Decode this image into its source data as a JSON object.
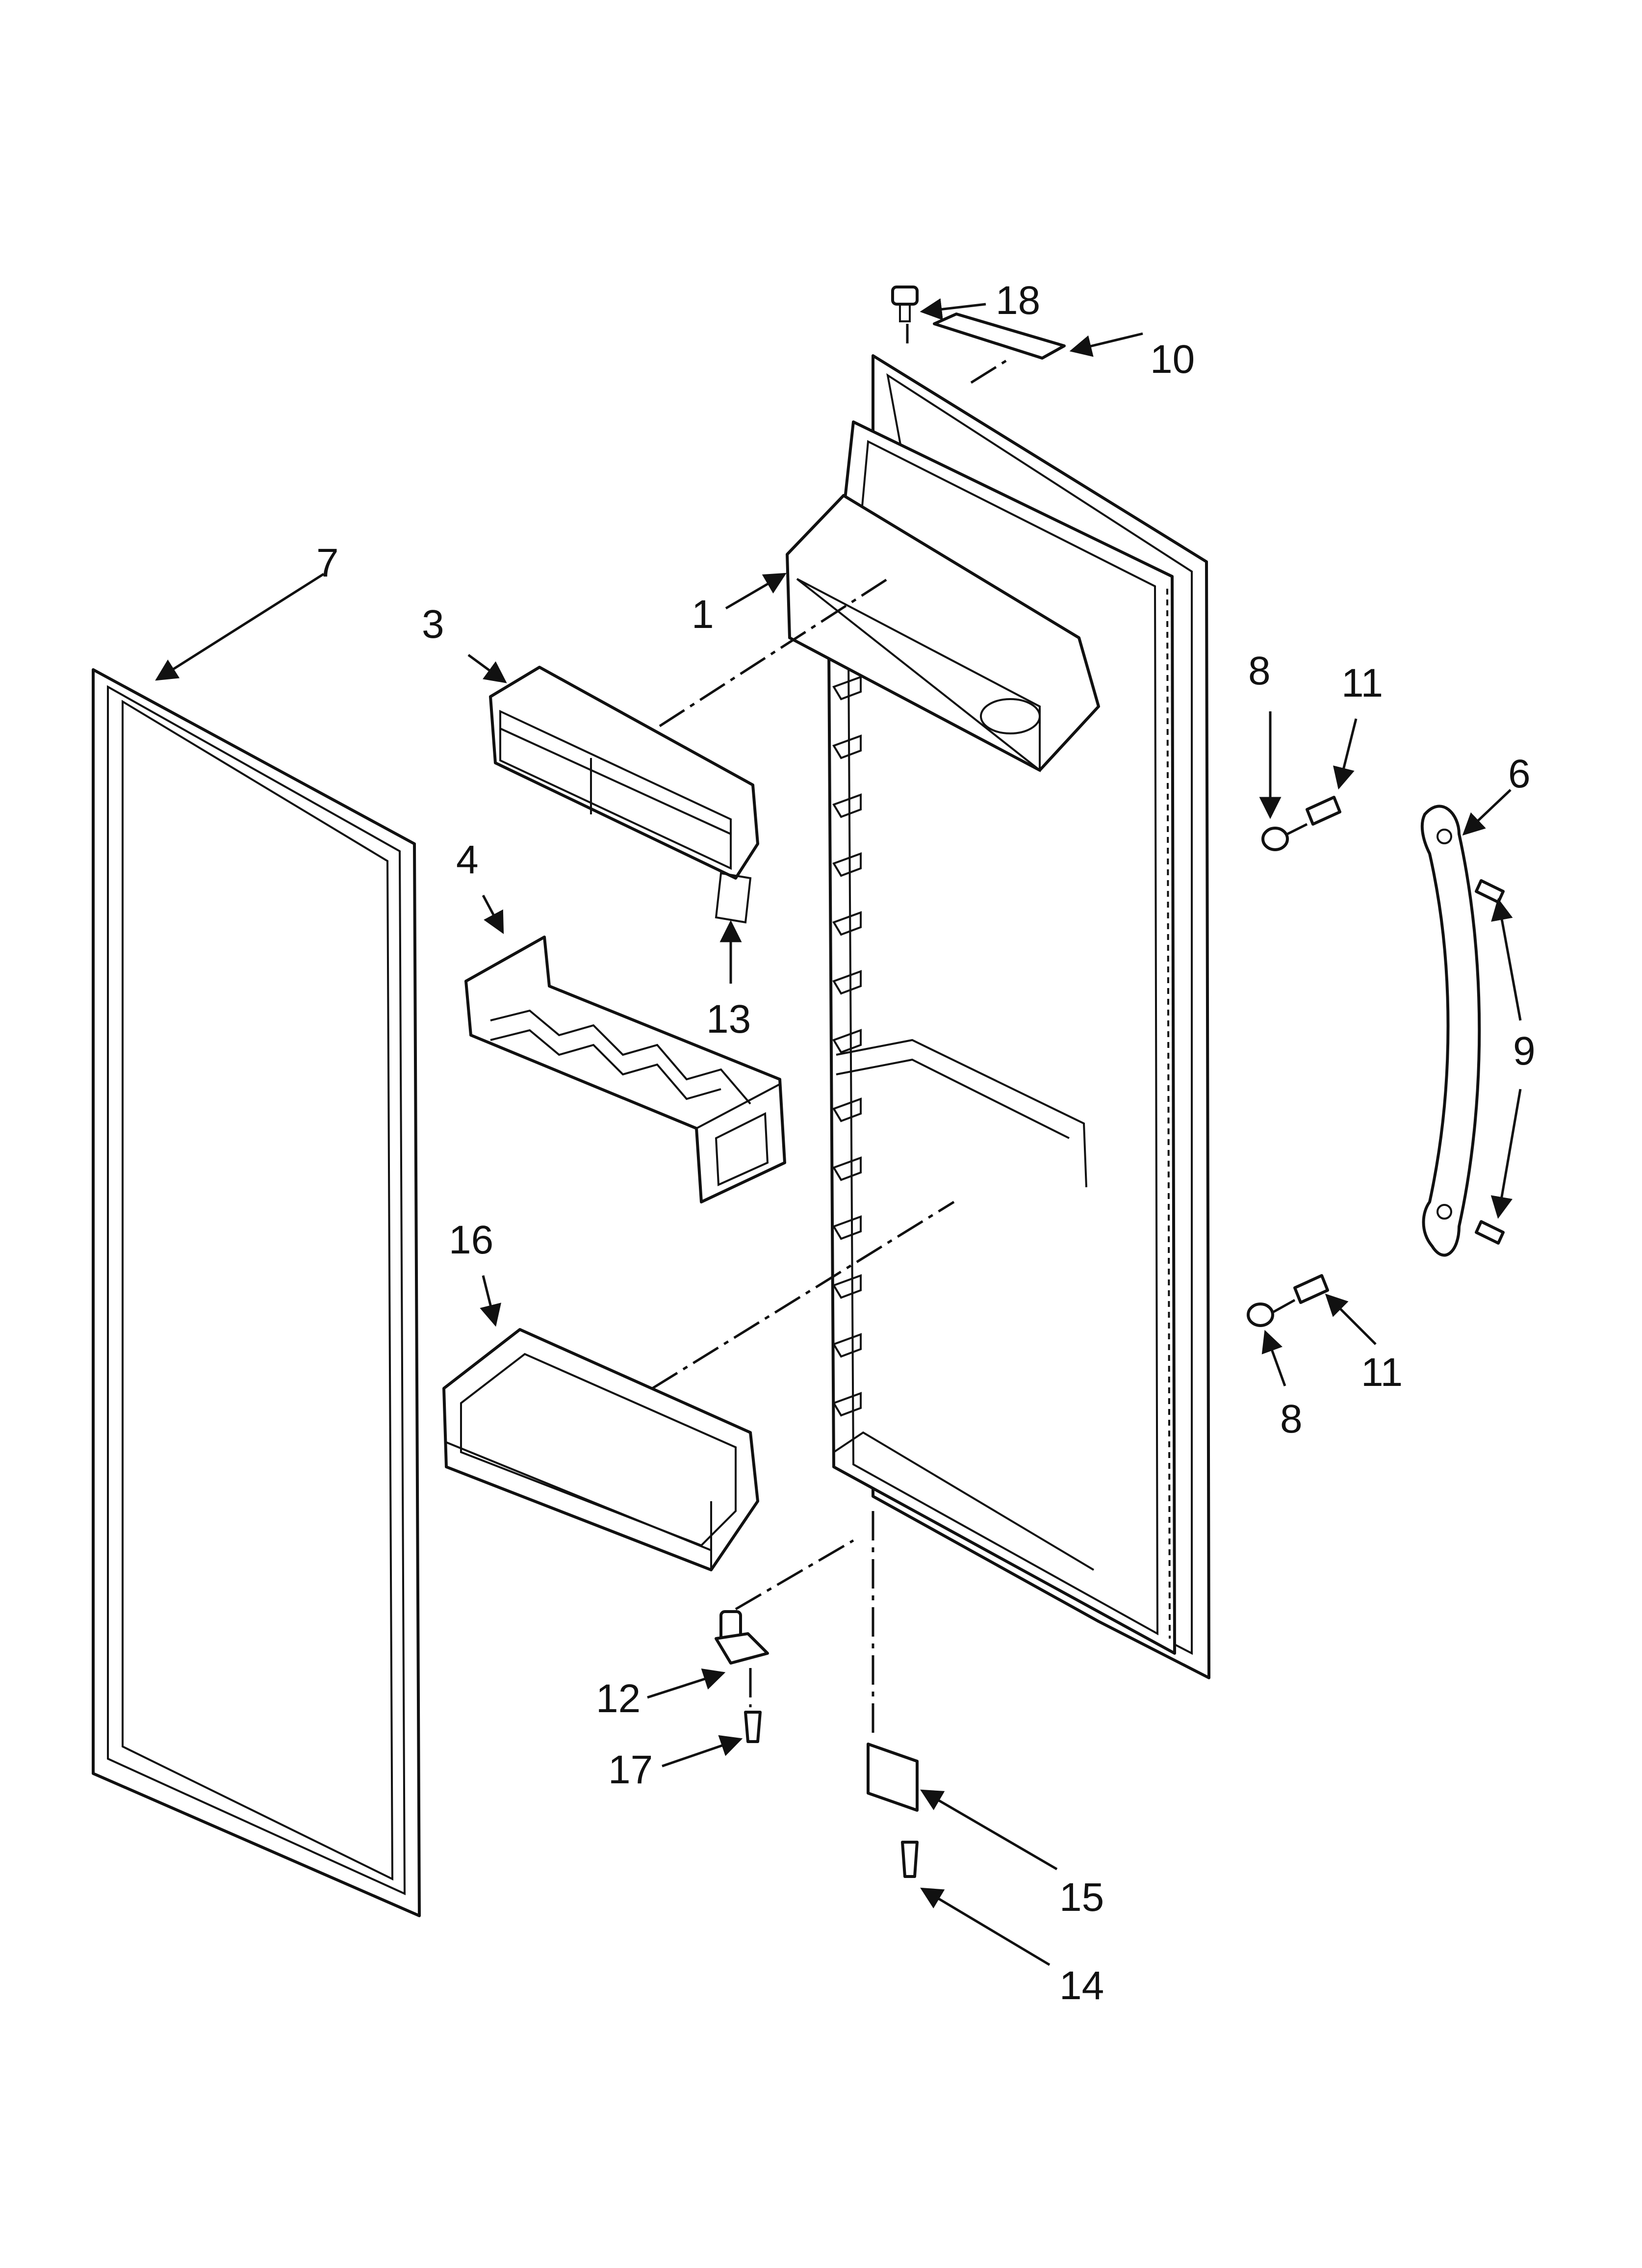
{
  "callouts": {
    "c1": "1",
    "c3": "3",
    "c4": "4",
    "c6": "6",
    "c7": "7",
    "c8a": "8",
    "c8b": "8",
    "c9": "9",
    "c10": "10",
    "c11a": "11",
    "c11b": "11",
    "c12": "12",
    "c13": "13",
    "c14": "14",
    "c15": "15",
    "c16": "16",
    "c17": "17",
    "c18": "18"
  }
}
